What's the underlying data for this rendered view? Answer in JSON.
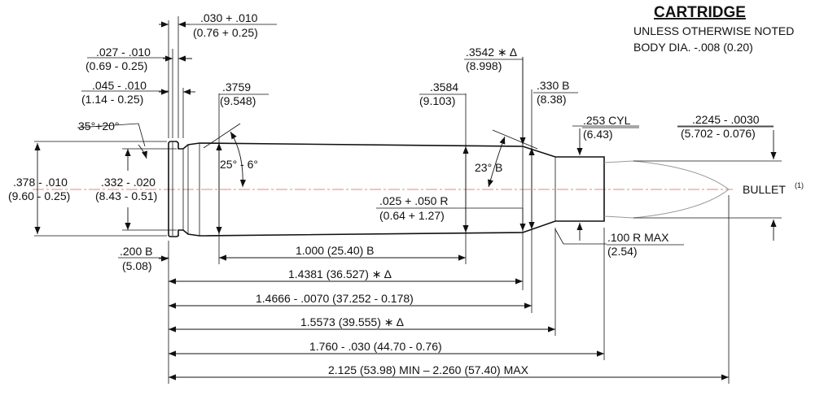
{
  "title": "CARTRIDGE",
  "notes": [
    "UNLESS OTHERWISE NOTED",
    "BODY DIA. -.008 (0.20)"
  ],
  "bullet_label": "BULLET",
  "bullet_superscript": "(1)",
  "rim_thickness": ".030 + .010",
  "rim_thickness_mm": "(0.76 + 0.25)",
  "groove_width": ".027 - .010",
  "groove_width_mm": "(0.69 - 0.25)",
  "groove_start": ".045 - .010",
  "groove_start_mm": "(1.14 - 0.25)",
  "groove_angle": "35°+20°",
  "rim_dia": ".378 - .010",
  "rim_dia_mm": "(9.60 - 0.25)",
  "groove_dia": ".332 - .020",
  "groove_dia_mm": "(8.43 - 0.51)",
  "base_ref": ".200 B",
  "base_ref_mm": "(5.08)",
  "base_dia": ".3759",
  "base_dia_mm": "(9.548)",
  "base_bevel_angle": "25° - 6°",
  "shoulder_dia": ".3584",
  "shoulder_dia_mm": "(9.103)",
  "shoulder_top_dia": ".3542 ∗ Δ",
  "shoulder_top_dia_mm": "(8.998)",
  "neck_ref": ".330 B",
  "neck_ref_mm": "(8.38)",
  "shoulder_angle": "23° B",
  "shoulder_radius": ".025 + .050 R",
  "shoulder_radius_mm": "(0.64 + 1.27)",
  "neck_dia": ".253 CYL",
  "neck_dia_mm": "(6.43)",
  "bullet_dia": ".2245 - .0030",
  "bullet_dia_mm": "(5.702 - 0.076)",
  "neck_radius": ".100 R MAX",
  "neck_radius_mm": "(2.54)",
  "len_body": "1.000 (25.40) B",
  "len_shoulder_start": "1.4381 (36.527) ∗ Δ",
  "len_shoulder_end": "1.4666 - .0070 (37.252 - 0.178)",
  "len_neck_start": "1.5573 (39.555) ∗ Δ",
  "len_case": "1.760 - .030 (44.70 - 0.76)",
  "len_overall": "2.125 (53.98) MIN – 2.260 (57.40) MAX"
}
